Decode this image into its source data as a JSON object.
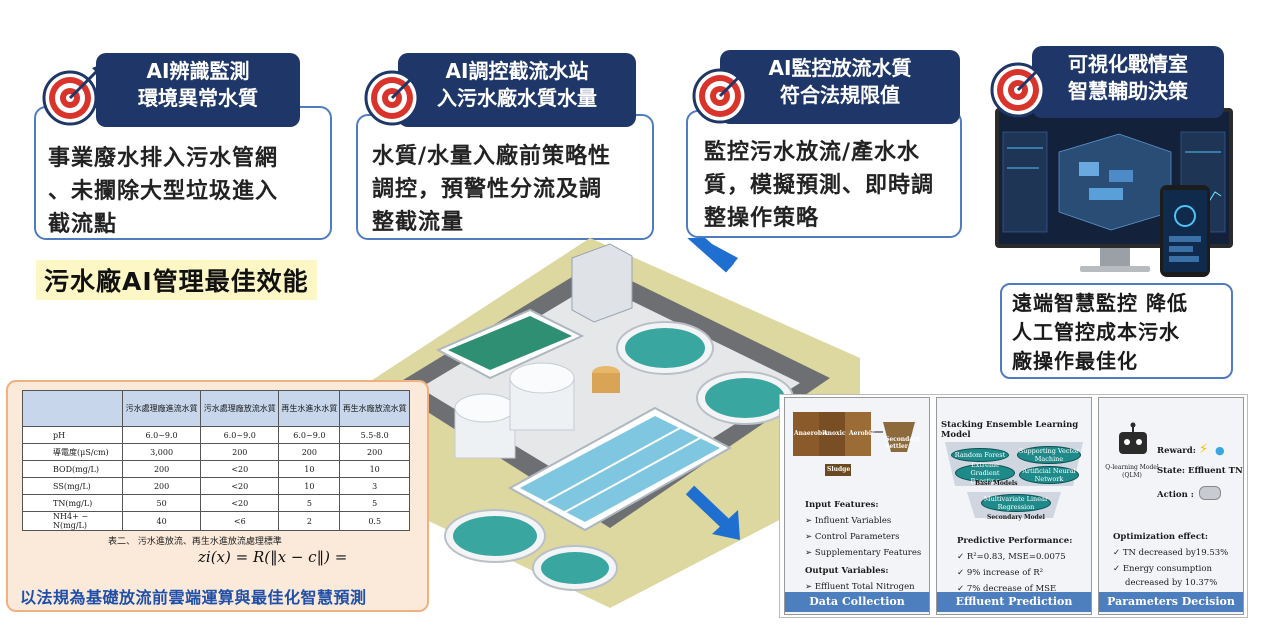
{
  "cards": [
    {
      "tag_line1": "AI辨識監測",
      "tag_line2": "環境異常水質",
      "body": [
        "事業廢水排入污水管網",
        "、未攔除大型垃圾進入",
        "截流點"
      ]
    },
    {
      "tag_line1": "AI調控截流水站",
      "tag_line2": "入污水廠水質水量",
      "body": [
        "水質/水量入廠前策略性",
        "調控，預警性分流及調",
        "整截流量"
      ]
    },
    {
      "tag_line1": "AI監控放流水質",
      "tag_line2": "符合法規限值",
      "body": [
        "監控污水放流/產水水",
        "質，模擬預測、即時調",
        "整操作策略"
      ]
    },
    {
      "tag_line1": "可視化戰情室",
      "tag_line2": "智慧輔助決策"
    }
  ],
  "headline": "污水廠AI管理最佳效能",
  "remote_text": [
    "遠端智慧監控 降低",
    "人工管控成本污水",
    "廠操作最佳化"
  ],
  "table": {
    "headers": [
      "",
      "污水處理廠進流水質",
      "污水處理廠放流水質",
      "再生水進水水質",
      "再生水廠放流水質"
    ],
    "rows": [
      [
        "pH",
        "6.0~9.0",
        "6.0~9.0",
        "6.0~9.0",
        "5.5-8.0"
      ],
      [
        "導電度(μS/cm)",
        "3,000",
        "200",
        "200",
        "200"
      ],
      [
        "BOD(mg/L)",
        "200",
        "<20",
        "10",
        "10"
      ],
      [
        "SS(mg/L)",
        "200",
        "<20",
        "10",
        "3"
      ],
      [
        "TN(mg/L)",
        "50",
        "<20",
        "5",
        "5"
      ],
      [
        "NH4+ − N(mg/L)",
        "40",
        "<6",
        "2",
        "0.5"
      ]
    ],
    "caption": "表二、 污水進放流、再生水進放流處理標準",
    "formula": "zi(x) = R(‖x − c‖) =",
    "footer": "以法規為基礎放流前雲端運算與最佳化智慧預測"
  },
  "ml": {
    "col1": {
      "head": "Data Collection",
      "labels": [
        "Anaerobic",
        "Anoxic",
        "Aerobic",
        "Secondary Settler",
        "Sludge"
      ],
      "input_title": "Input Features:",
      "inputs": [
        "Influent Variables",
        "Control Parameters",
        "Supplementary Features"
      ],
      "output_title": "Output Variables:",
      "outputs": [
        "Effluent Total Nitrogen"
      ]
    },
    "col2": {
      "title": "Stacking Ensemble Learning Model",
      "models": [
        "Random Forest",
        "Supporting Vector Machine",
        "Extreme Gradient Boosting",
        "Artificial Neural Network",
        "Multivariate Linear Regression"
      ],
      "base_label": "Base Models",
      "secondary_label": "Secondary Model",
      "perf_title": "Predictive Performance:",
      "perf": [
        "R²=0.83, MSE=0.0075",
        "9% increase of R²",
        "7% decrease of MSE"
      ],
      "head": "Effluent Prediction"
    },
    "col3": {
      "agent": "Q-learning Model (QLM)",
      "reward": "Reward:",
      "state": "State:  Effluent TN",
      "action": "Action :",
      "opt_title": "Optimization effect:",
      "opt": [
        "TN decreased by19.53%",
        "Energy consumption",
        "decreased by 10.37%"
      ],
      "head": "Parameters Decision"
    }
  },
  "colors": {
    "navy": "#1f3768",
    "border_blue": "#4f7cc0",
    "target_red": "#d9342b",
    "highlight": "#fdf7c6"
  }
}
